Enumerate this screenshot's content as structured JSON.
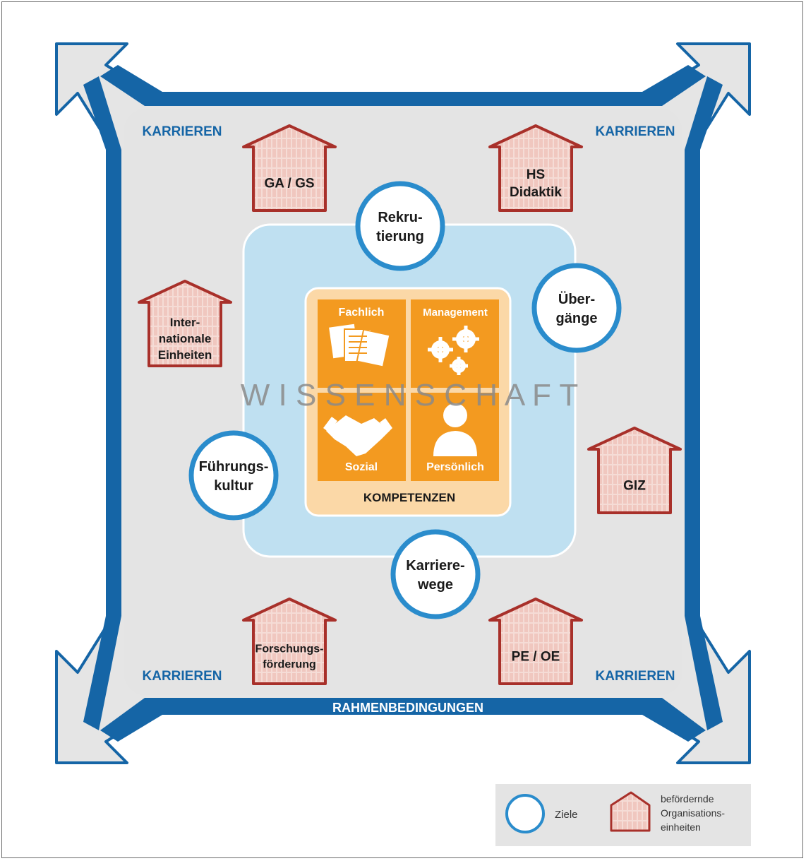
{
  "corner_labels": {
    "top_left": "KARRIEREN",
    "top_right": "KARRIEREN",
    "bottom_left": "KARRIEREN",
    "bottom_right": "KARRIEREN"
  },
  "frame_label": "RAHMENBEDINGUNGEN",
  "background_word": "W I S S E N S C H A F T",
  "houses": {
    "ga_gs": [
      "GA / GS"
    ],
    "hs_didaktik": [
      "HS",
      "Didaktik"
    ],
    "international": [
      "Inter-",
      "nationale",
      "Einheiten"
    ],
    "giz": [
      "GIZ"
    ],
    "forschung": [
      "Forschungs-",
      "förderung"
    ],
    "pe_oe": [
      "PE / OE"
    ]
  },
  "circles": {
    "rekrutierung": [
      "Rekru-",
      "tierung"
    ],
    "uebergaenge": [
      "Über-",
      "gänge"
    ],
    "fuehrung": [
      "Führungs-",
      "kultur"
    ],
    "karrierewege": [
      "Karriere-",
      "wege"
    ]
  },
  "competences": {
    "title": "KOMPETENZEN",
    "fachlich": "Fachlich",
    "management": "Management",
    "sozial": "Sozial",
    "persoenlich": "Persönlich"
  },
  "legend": {
    "goals": "Ziele",
    "units": [
      "befördernde",
      "Organisations-",
      "einheiten"
    ]
  },
  "colors": {
    "frame_blue": "#1565a6",
    "arrow_gray": "#e4e4e4",
    "inner_light_blue": "#bfe0f1",
    "circle_blue": "#2a8ccc",
    "house_red": "#a8302a",
    "house_fill": "#f4d8d2",
    "competence_orange": "#f39a20",
    "competence_frame": "#fbd8a7",
    "watermark": "#8a8a8a"
  }
}
